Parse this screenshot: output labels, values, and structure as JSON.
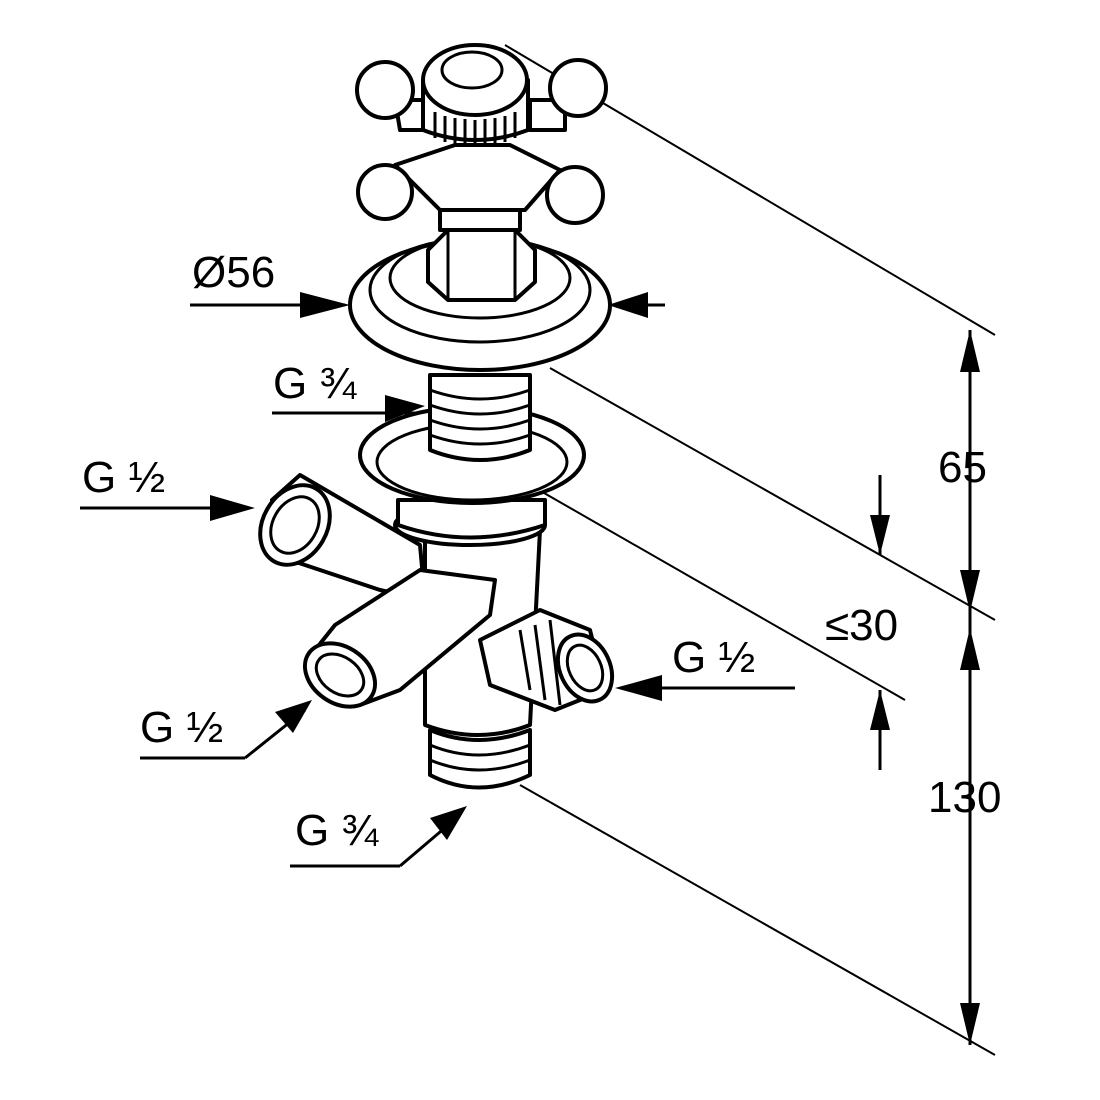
{
  "labels": {
    "diameter": "Ø56",
    "thread_top": "G ¾",
    "thread_inlet_left": "G ½",
    "thread_outlet_right": "G ½",
    "thread_outlet_lower": "G ½",
    "thread_bottom": "G ¾"
  },
  "dimensions": {
    "upper_height": "65",
    "lower_height": "130",
    "max_thickness": "≤30"
  }
}
